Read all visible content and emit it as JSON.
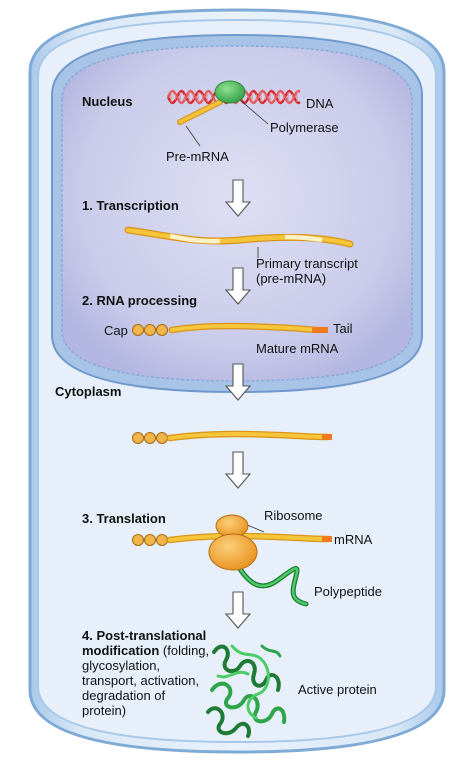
{
  "labels": {
    "nucleus": "Nucleus",
    "dna": "DNA",
    "polymerase": "Polymerase",
    "pre_mrna": "Pre-mRNA",
    "step1": "1. Transcription",
    "primary_transcript_1": "Primary transcript",
    "primary_transcript_2": "(pre-mRNA)",
    "step2": "2. RNA processing",
    "cap": "Cap",
    "tail": "Tail",
    "mature_mrna": "Mature mRNA",
    "cytoplasm": "Cytoplasm",
    "step3": "3. Translation",
    "ribosome": "Ribosome",
    "mrna": "mRNA",
    "polypeptide": "Polypeptide",
    "step4_title_1": "4. Post-translational",
    "step4_title_2": "modification",
    "step4_desc_1": " (folding,",
    "step4_desc_2": "glycosylation,",
    "step4_desc_3": "transport, activation,",
    "step4_desc_4": "degradation of",
    "step4_desc_5": "protein)",
    "active_protein": "Active protein"
  },
  "colors": {
    "cell_fill": "#bcd6ef",
    "cell_edge": "#8fb6dd",
    "nucleus_fill": "#c7c9ea",
    "nucleus_edge": "#7fa6d3",
    "rna": "#f4b81e",
    "rna_dark": "#d8951a",
    "cap_bead": "#f2b54a",
    "tail": "#f07a1e",
    "dna_red": "#d9262b",
    "polymerase": "#4cbf5a",
    "ribosome": "#f0a02a",
    "protein_green": "#2fa54a"
  }
}
